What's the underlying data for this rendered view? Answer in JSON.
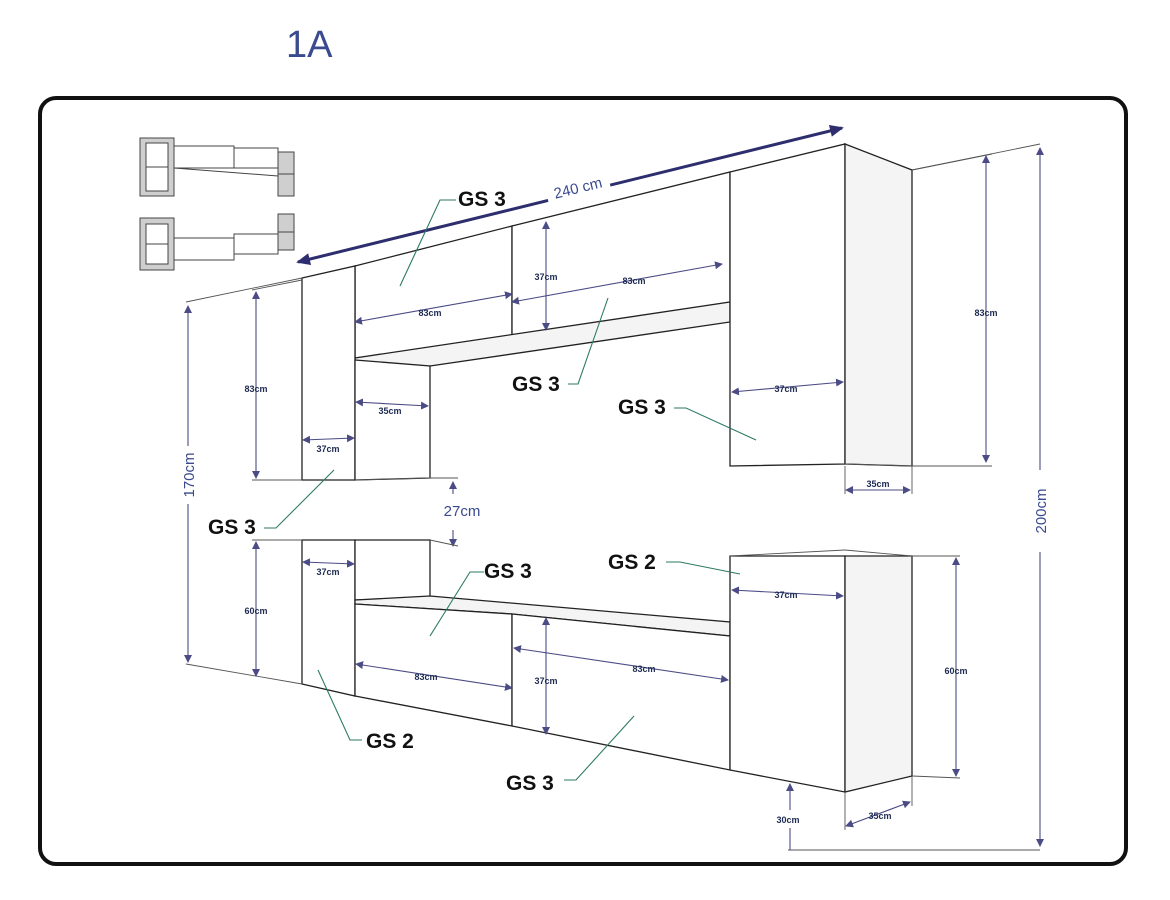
{
  "title": "1A",
  "labels": {
    "overall_width": "240 cm",
    "overall_height": "200cm",
    "height_170": "170cm",
    "gap_27": "27cm",
    "w83_a": "83cm",
    "w83_b": "83cm",
    "h37_upper": "37cm",
    "w37_upper_right": "37cm",
    "h83_upper_right": "83cm",
    "w35_upper_right": "35cm",
    "h83_left": "83cm",
    "w35_open": "35cm",
    "w37_left_upper": "37cm",
    "w37_left_lower": "37cm",
    "h60_left": "60cm",
    "w83_c": "83cm",
    "w83_d": "83cm",
    "h37_lower": "37cm",
    "w37_lower_right": "37cm",
    "h60_right": "60cm",
    "w35_lower_right": "35cm",
    "h30_floor": "30cm"
  },
  "callouts": {
    "gs_top": "GS 3",
    "gs_mid": "GS 3",
    "gs_right_upper": "GS 3",
    "gs_left_upper": "GS 3",
    "gs_center_lower": "GS 3",
    "gs_right_lower": "GS 2",
    "gs_left_lower": "GS 2",
    "gs_bottom": "GS 3"
  },
  "colors": {
    "title": "#3a4a8e",
    "dimension": "#4b4b86",
    "leader": "#2d7a66",
    "frame": "#111111"
  }
}
